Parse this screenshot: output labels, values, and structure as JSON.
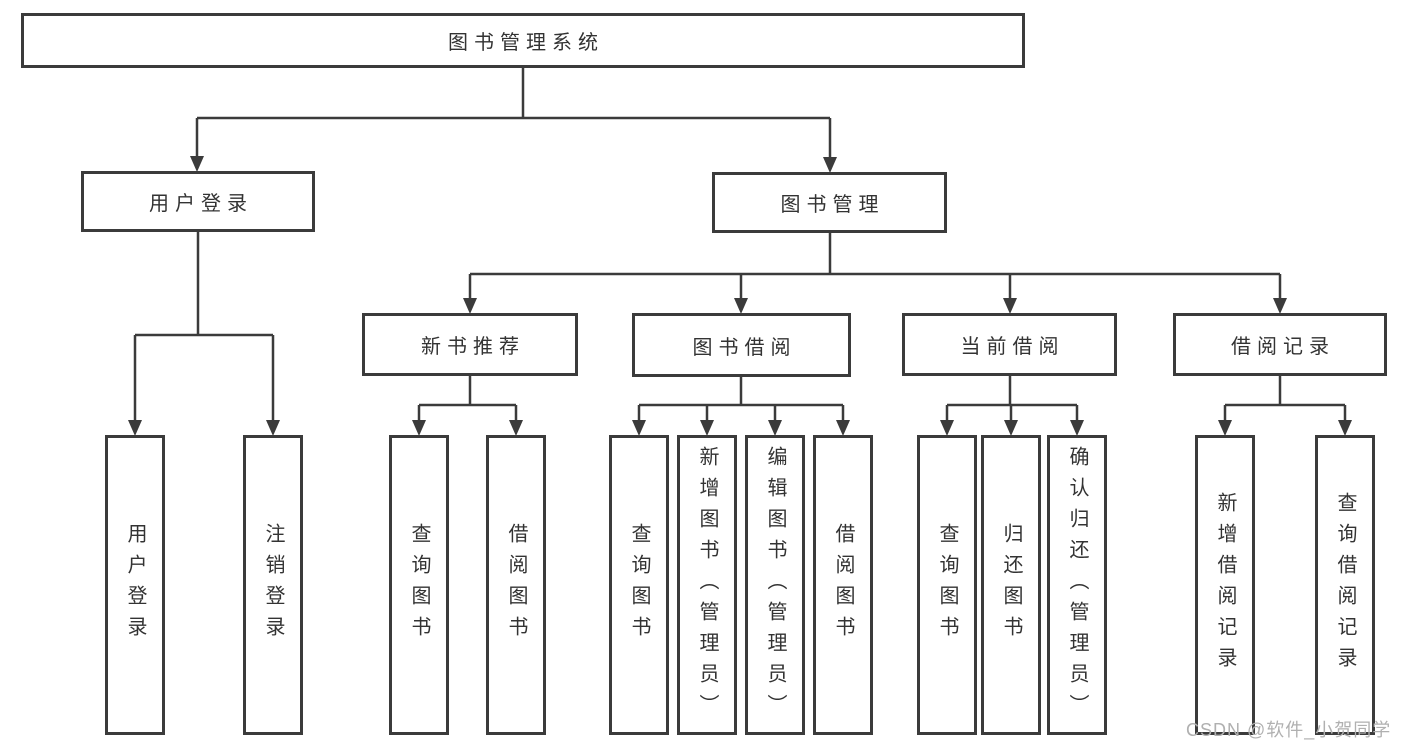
{
  "diagram": {
    "root": {
      "label": "图书管理系统"
    },
    "branches": [
      {
        "label": "用户登录",
        "children": [
          {
            "label": "用户登录"
          },
          {
            "label": "注销登录"
          }
        ]
      },
      {
        "label": "图书管理",
        "groups": [
          {
            "label": "新书推荐",
            "children": [
              {
                "label": "查询图书"
              },
              {
                "label": "借阅图书"
              }
            ]
          },
          {
            "label": "图书借阅",
            "children": [
              {
                "label": "查询图书"
              },
              {
                "label": "新增图书（管理员）"
              },
              {
                "label": "编辑图书（管理员）"
              },
              {
                "label": "借阅图书"
              }
            ]
          },
          {
            "label": "当前借阅",
            "children": [
              {
                "label": "查询图书"
              },
              {
                "label": "归还图书"
              },
              {
                "label": "确认归还（管理员）"
              }
            ]
          },
          {
            "label": "借阅记录",
            "children": [
              {
                "label": "新增借阅记录"
              },
              {
                "label": "查询借阅记录"
              }
            ]
          }
        ]
      }
    ]
  },
  "watermark": {
    "text": "CSDN @软件_小贺同学"
  },
  "colors": {
    "line": "#3b3b3b",
    "text": "#333333",
    "watermark": "#b0b0b0",
    "background": "#ffffff"
  }
}
